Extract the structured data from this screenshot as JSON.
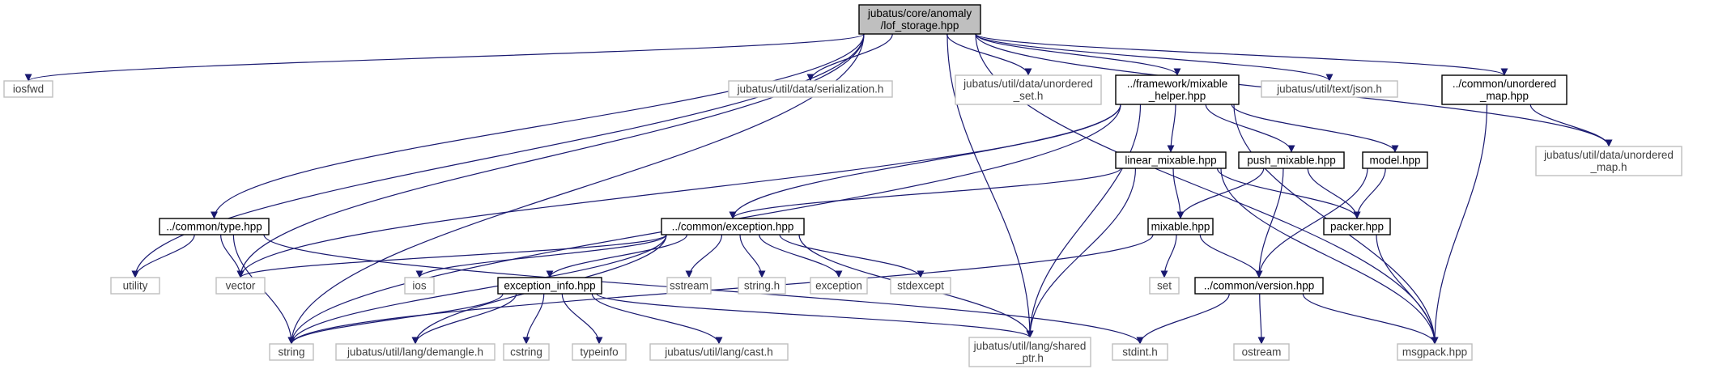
{
  "graph": {
    "edge_color": "#191970",
    "nodes": [
      {
        "id": "lof_storage",
        "kind": "focus",
        "lines": [
          "jubatus/core/anomaly",
          "/lof_storage.hpp"
        ]
      },
      {
        "id": "iosfwd",
        "kind": "external",
        "lines": [
          "iosfwd"
        ]
      },
      {
        "id": "serialization",
        "kind": "external",
        "lines": [
          "jubatus/util/data/serialization.h"
        ]
      },
      {
        "id": "unordered_set",
        "kind": "external",
        "lines": [
          "jubatus/util/data/unordered",
          "_set.h"
        ]
      },
      {
        "id": "mixable_helper",
        "kind": "project",
        "lines": [
          "../framework/mixable",
          "_helper.hpp"
        ]
      },
      {
        "id": "json",
        "kind": "external",
        "lines": [
          "jubatus/util/text/json.h"
        ]
      },
      {
        "id": "common_unordered_map",
        "kind": "project",
        "lines": [
          "../common/unordered",
          "_map.hpp"
        ]
      },
      {
        "id": "util_unordered_map",
        "kind": "external",
        "lines": [
          "jubatus/util/data/unordered",
          "_map.h"
        ]
      },
      {
        "id": "common_type",
        "kind": "project",
        "lines": [
          "../common/type.hpp"
        ]
      },
      {
        "id": "common_exception",
        "kind": "project",
        "lines": [
          "../common/exception.hpp"
        ]
      },
      {
        "id": "linear_mixable",
        "kind": "project",
        "lines": [
          "linear_mixable.hpp"
        ]
      },
      {
        "id": "push_mixable",
        "kind": "project",
        "lines": [
          "push_mixable.hpp"
        ]
      },
      {
        "id": "model",
        "kind": "project",
        "lines": [
          "model.hpp"
        ]
      },
      {
        "id": "mixable",
        "kind": "project",
        "lines": [
          "mixable.hpp"
        ]
      },
      {
        "id": "packer",
        "kind": "project",
        "lines": [
          "packer.hpp"
        ]
      },
      {
        "id": "utility",
        "kind": "external",
        "lines": [
          "utility"
        ]
      },
      {
        "id": "vector",
        "kind": "external",
        "lines": [
          "vector"
        ]
      },
      {
        "id": "ios",
        "kind": "external",
        "lines": [
          "ios"
        ]
      },
      {
        "id": "exception_info",
        "kind": "project",
        "lines": [
          "exception_info.hpp"
        ]
      },
      {
        "id": "sstream",
        "kind": "external",
        "lines": [
          "sstream"
        ]
      },
      {
        "id": "string_h",
        "kind": "external",
        "lines": [
          "string.h"
        ]
      },
      {
        "id": "exception",
        "kind": "external",
        "lines": [
          "exception"
        ]
      },
      {
        "id": "stdexcept",
        "kind": "external",
        "lines": [
          "stdexcept"
        ]
      },
      {
        "id": "set",
        "kind": "external",
        "lines": [
          "set"
        ]
      },
      {
        "id": "common_version",
        "kind": "project",
        "lines": [
          "../common/version.hpp"
        ]
      },
      {
        "id": "string",
        "kind": "external",
        "lines": [
          "string"
        ]
      },
      {
        "id": "demangle",
        "kind": "external",
        "lines": [
          "jubatus/util/lang/demangle.h"
        ]
      },
      {
        "id": "cstring",
        "kind": "external",
        "lines": [
          "cstring"
        ]
      },
      {
        "id": "typeinfo",
        "kind": "external",
        "lines": [
          "typeinfo"
        ]
      },
      {
        "id": "cast",
        "kind": "external",
        "lines": [
          "jubatus/util/lang/cast.h"
        ]
      },
      {
        "id": "shared_ptr",
        "kind": "external",
        "lines": [
          "jubatus/util/lang/shared",
          "_ptr.h"
        ]
      },
      {
        "id": "stdint",
        "kind": "external",
        "lines": [
          "stdint.h"
        ]
      },
      {
        "id": "ostream",
        "kind": "external",
        "lines": [
          "ostream"
        ]
      },
      {
        "id": "msgpack",
        "kind": "external",
        "lines": [
          "msgpack.hpp"
        ]
      }
    ],
    "edges": [
      [
        "lof_storage",
        "iosfwd"
      ],
      [
        "lof_storage",
        "serialization"
      ],
      [
        "lof_storage",
        "unordered_set"
      ],
      [
        "lof_storage",
        "mixable_helper"
      ],
      [
        "lof_storage",
        "json"
      ],
      [
        "lof_storage",
        "common_unordered_map"
      ],
      [
        "lof_storage",
        "util_unordered_map"
      ],
      [
        "lof_storage",
        "msgpack"
      ],
      [
        "lof_storage",
        "string"
      ],
      [
        "lof_storage",
        "utility"
      ],
      [
        "lof_storage",
        "vector"
      ],
      [
        "lof_storage",
        "common_type"
      ],
      [
        "lof_storage",
        "shared_ptr"
      ],
      [
        "common_unordered_map",
        "util_unordered_map"
      ],
      [
        "common_unordered_map",
        "msgpack"
      ],
      [
        "mixable_helper",
        "linear_mixable"
      ],
      [
        "mixable_helper",
        "push_mixable"
      ],
      [
        "mixable_helper",
        "model"
      ],
      [
        "mixable_helper",
        "common_exception"
      ],
      [
        "mixable_helper",
        "vector"
      ],
      [
        "mixable_helper",
        "string"
      ],
      [
        "mixable_helper",
        "shared_ptr"
      ],
      [
        "mixable_helper",
        "msgpack"
      ],
      [
        "linear_mixable",
        "common_exception"
      ],
      [
        "linear_mixable",
        "mixable"
      ],
      [
        "linear_mixable",
        "packer"
      ],
      [
        "linear_mixable",
        "shared_ptr"
      ],
      [
        "linear_mixable",
        "msgpack"
      ],
      [
        "push_mixable",
        "mixable"
      ],
      [
        "push_mixable",
        "packer"
      ],
      [
        "push_mixable",
        "common_version"
      ],
      [
        "model",
        "packer"
      ],
      [
        "model",
        "common_version"
      ],
      [
        "mixable",
        "set"
      ],
      [
        "mixable",
        "common_version"
      ],
      [
        "mixable",
        "string"
      ],
      [
        "packer",
        "msgpack"
      ],
      [
        "common_version",
        "stdint"
      ],
      [
        "common_version",
        "ostream"
      ],
      [
        "common_version",
        "msgpack"
      ],
      [
        "common_type",
        "utility"
      ],
      [
        "common_type",
        "vector"
      ],
      [
        "common_type",
        "string"
      ],
      [
        "common_type",
        "stdint"
      ],
      [
        "common_exception",
        "vector"
      ],
      [
        "common_exception",
        "ios"
      ],
      [
        "common_exception",
        "string"
      ],
      [
        "common_exception",
        "demangle"
      ],
      [
        "common_exception",
        "exception_info"
      ],
      [
        "common_exception",
        "sstream"
      ],
      [
        "common_exception",
        "string_h"
      ],
      [
        "common_exception",
        "exception"
      ],
      [
        "common_exception",
        "stdexcept"
      ],
      [
        "common_exception",
        "shared_ptr"
      ],
      [
        "exception_info",
        "string"
      ],
      [
        "exception_info",
        "demangle"
      ],
      [
        "exception_info",
        "cstring"
      ],
      [
        "exception_info",
        "typeinfo"
      ],
      [
        "exception_info",
        "cast"
      ],
      [
        "exception_info",
        "shared_ptr"
      ]
    ]
  }
}
